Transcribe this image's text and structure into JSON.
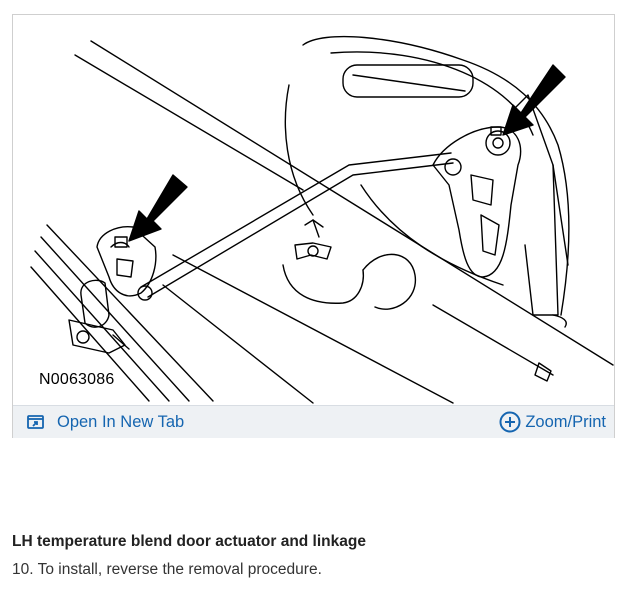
{
  "figure": {
    "id_label": "N0063086",
    "alt": "",
    "open_tab_label": "Open In New Tab",
    "zoom_label": "Zoom/Print",
    "icons": {
      "open": "open-in-new-tab-icon",
      "zoom": "zoom-plus-icon"
    },
    "colors": {
      "link": "#1565b0",
      "toolbar_bg": "#eef1f4"
    }
  },
  "content": {
    "caption": "LH temperature blend door actuator and linkage",
    "step": "10. To install, reverse the removal procedure."
  }
}
